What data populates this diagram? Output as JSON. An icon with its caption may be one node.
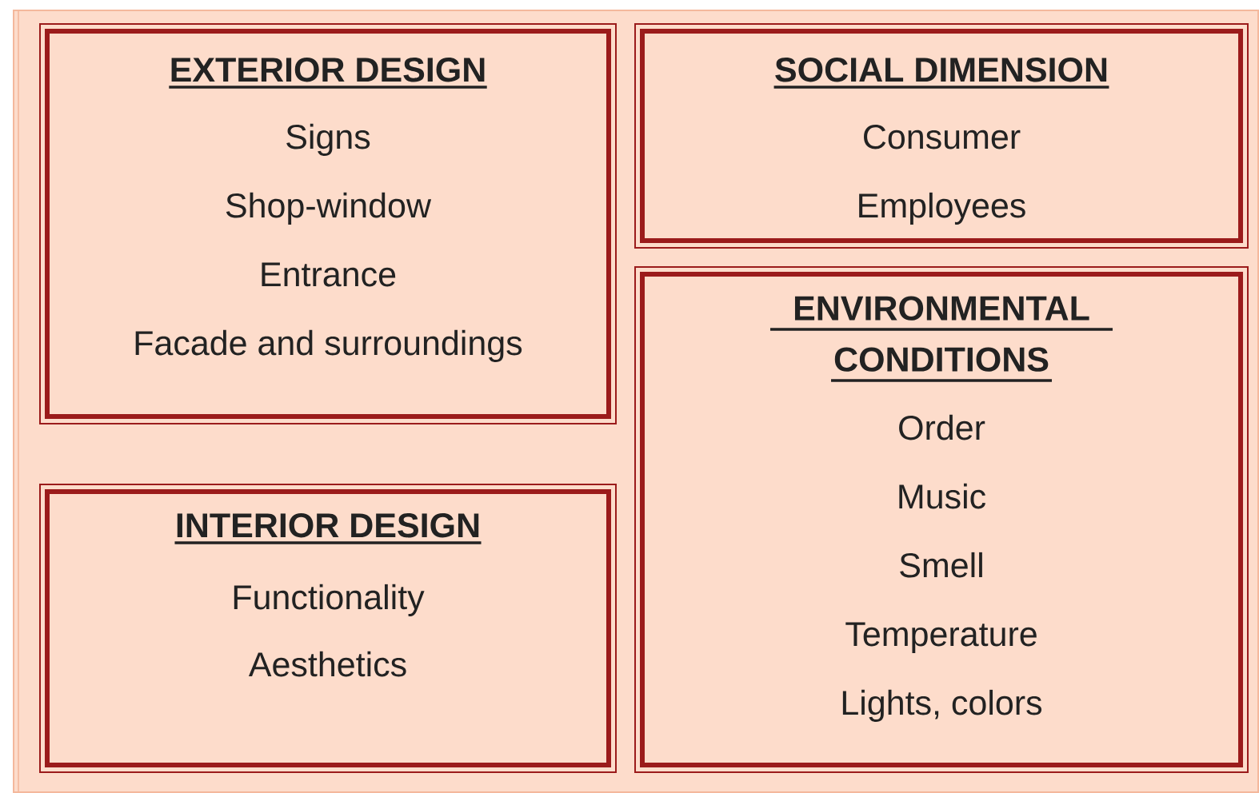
{
  "diagram": {
    "nodes": [
      {
        "text": [
          "EXTERIOR DESIGN",
          "Signs",
          "Shop-window",
          "Entrance",
          "Facade and surroundings"
        ]
      },
      {
        "text": [
          "INTERIOR DESIGN",
          "Functionality",
          "Aesthetics"
        ]
      },
      {
        "text": [
          "SOCIAL DIMENSION",
          "Consumer",
          "Employees"
        ]
      },
      {
        "text": [
          "ENVIRONMENTAL CONDITIONS",
          "Order",
          "Music",
          "Smell",
          "Temperature",
          "Lights, colors"
        ]
      }
    ]
  }
}
